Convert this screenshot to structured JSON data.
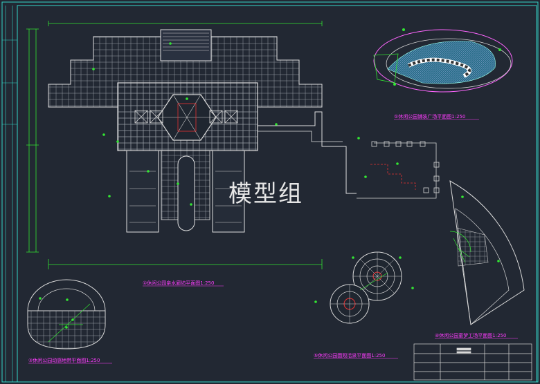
{
  "watermark": "模型组",
  "captions": {
    "c1": "①休闲公园铺装广场平面图1:250",
    "c2": "①休闲公园亲水廊坊平面图1:250",
    "c3": "③休闲公园动感地带平面图1:250",
    "c4": "④休闲公园童梦工场平面图1:250",
    "c5": "⑤休闲公园圜观活泉平面图1:250"
  },
  "colors": {
    "background": "#222833",
    "frame": "#34d6c8",
    "linework": "#d8d8d8",
    "dimension": "#33e633",
    "caption": "#ff3cff",
    "accent_red": "#e83333"
  }
}
